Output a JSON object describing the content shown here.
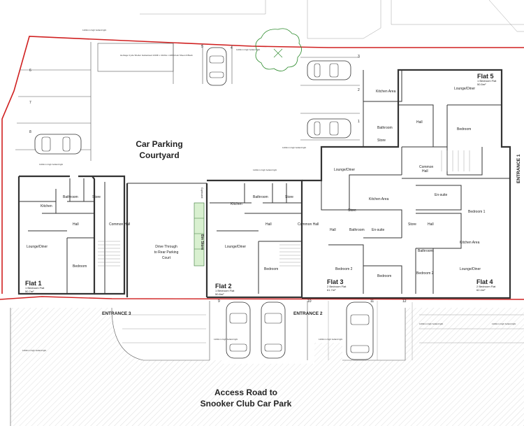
{
  "labels": {
    "courtyard_line1": "Car Parking",
    "courtyard_line2": "Courtyard",
    "drive_line1": "Drive Through",
    "drive_line2": "to Rear Parking",
    "drive_line3": "Court",
    "road_line1": "Access Road to",
    "road_line2": "Snooker Club Car Park",
    "bin_store": "Bin Store",
    "cupboard": "Cupboard",
    "storage_note": "Heritage Cycle Shelter Galvanised 2100h x 4120w x 2260d Hot Sheet & Black",
    "light_note": "1100mm high bollard light"
  },
  "entrances": {
    "e1": "ENTRANCE 1",
    "e2": "ENTRANCE 2",
    "e3": "ENTRANCE 3"
  },
  "flats": [
    {
      "name": "Flat 1",
      "desc": "1 Bedroom Flat",
      "area": "50.7m²"
    },
    {
      "name": "Flat 2",
      "desc": "1 Bedroom Flat",
      "area": "50.8m²"
    },
    {
      "name": "Flat 3",
      "desc": "2 Bedroom Flat",
      "area": "61.7m²"
    },
    {
      "name": "Flat 4",
      "desc": "2 Bedroom Flat",
      "area": "62.4m²"
    },
    {
      "name": "Flat 5",
      "desc": "1 Bedroom Flat",
      "area": "50.5m²"
    }
  ],
  "rooms": {
    "kitchen": "Kitchen",
    "kitchen_area": "Kitchen Area",
    "bathroom": "Bathroom",
    "store": "Store",
    "hall": "Hall",
    "common_hall": "Common Hall",
    "lounge_diner": "Lounge/Diner",
    "bedroom": "Bedroom",
    "bedroom1": "Bedroom 1",
    "bedroom2": "Bedroom 2",
    "en_suite": "En-suite",
    "common": "Common",
    "hall2": "Hall"
  },
  "space_numbers": [
    "1",
    "2",
    "3",
    "4",
    "5",
    "6",
    "7",
    "8",
    "9",
    "10",
    "11",
    "12"
  ]
}
